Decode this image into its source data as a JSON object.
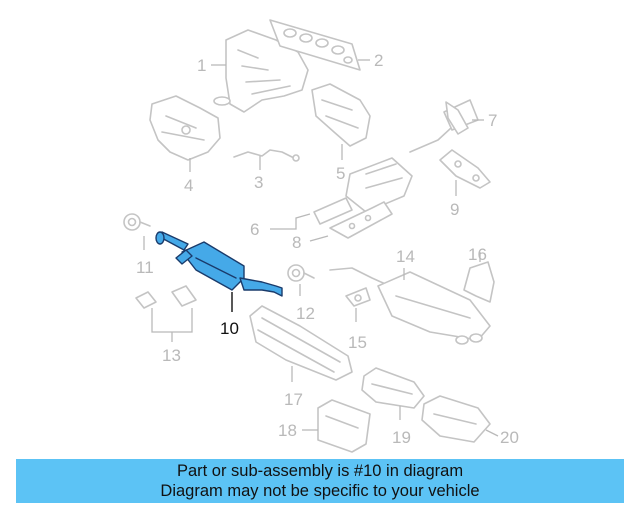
{
  "callouts": [
    "1",
    "2",
    "3",
    "4",
    "5",
    "6",
    "7",
    "8",
    "9",
    "10",
    "11",
    "12",
    "13",
    "14",
    "15",
    "16",
    "17",
    "18",
    "19",
    "20"
  ],
  "highlighted_part": "10",
  "colors": {
    "highlight_fill": "#45a9e8",
    "highlight_outline": "#1a3b6b",
    "banner": "#5cc3f5",
    "parts": "#c4c4c4"
  },
  "banner": {
    "line1": "Part or sub-assembly is #10 in diagram",
    "line2": "Diagram may not be specific to your vehicle"
  }
}
